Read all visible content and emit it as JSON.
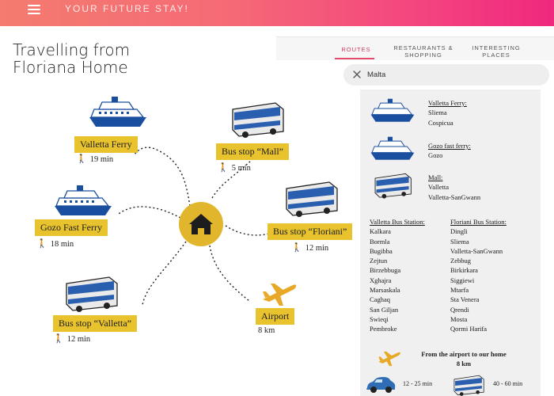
{
  "header": {
    "brand": "YOUR FUTURE STAY!"
  },
  "page": {
    "title_line1": "Travelling from",
    "title_line2": "Floriana Home"
  },
  "tabs": [
    {
      "label1": "ROUTES",
      "label2": ""
    },
    {
      "label1": "RESTAURANTS &",
      "label2": "SHOPPING"
    },
    {
      "label1": "INTERESTING",
      "label2": "PLACES"
    }
  ],
  "search": {
    "value": "Malta"
  },
  "map": {
    "center_icon": "house-icon",
    "destinations": [
      {
        "label": "Valletta Ferry",
        "time": "19 min",
        "icon": "ferry-icon"
      },
      {
        "label": "Bus stop “Mall”",
        "time": "5 min",
        "icon": "bus-icon"
      },
      {
        "label": "Gozo Fast Ferry",
        "time": "18 min",
        "icon": "ferry-icon"
      },
      {
        "label": "Bus stop “Floriani”",
        "time": "12 min",
        "icon": "bus-icon"
      },
      {
        "label": "Bus stop “Valletta”",
        "time": "12 min",
        "icon": "bus-icon"
      },
      {
        "label": "Airport",
        "time": "8 km",
        "icon": "airplane-icon"
      }
    ]
  },
  "panel": {
    "valletta_ferry": {
      "title": "Valletta Ferry:",
      "items": [
        "Sliema",
        "Cospicua"
      ]
    },
    "gozo_ferry": {
      "title": "Gozo fast ferry:",
      "items": [
        "Gozo"
      ]
    },
    "mall": {
      "title": "Mall:",
      "items": [
        "Valletta",
        "Valletta-SanGwann"
      ]
    },
    "valletta_station": {
      "title": "Valletta Bus Station:",
      "items": [
        "Kalkara",
        "Bormla",
        "Bugibba",
        "Zejtun",
        "Birzebbuga",
        "Xghajra",
        "Marsaskala",
        "Caghaq",
        "San Giljan",
        "Swieqi",
        "Pembroke"
      ]
    },
    "floriani_station": {
      "title": "Floriani Bus Station:",
      "items": [
        "Dingli",
        "Sliema",
        "Valletta-SanGwann",
        "Zebbug",
        "Birkirkara",
        "Siggiewi",
        "Mtarfa",
        "Sta Venera",
        "Qrendi",
        "Mosta",
        "Qormi Harifa"
      ]
    },
    "airport": {
      "title1": "From the airport to our home",
      "title2": "8 km",
      "car_time": "12 - 25 min",
      "bus_time": "40 - 60 min"
    }
  },
  "colors": {
    "accent_pink": "#f0287e",
    "label_yellow": "#e8c32e",
    "house_circle": "#e2b62c"
  }
}
